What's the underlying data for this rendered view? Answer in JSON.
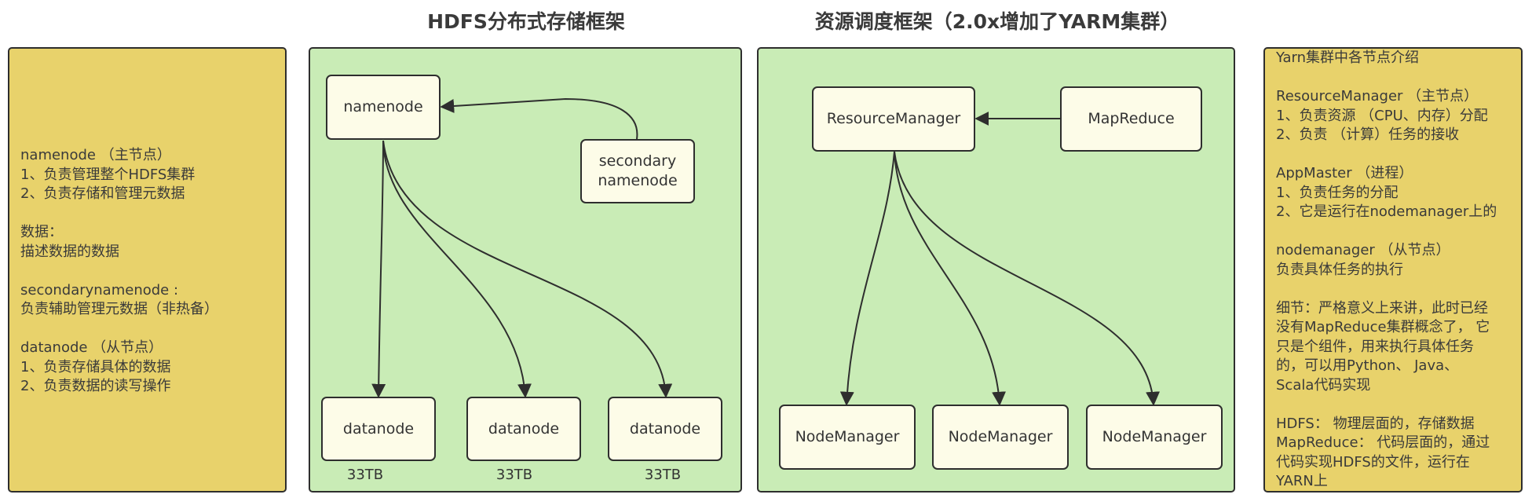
{
  "titles": {
    "hdfs": "HDFS分布式存储框架",
    "yarn": "资源调度框架（2.0x增加了YARM集群）"
  },
  "left_note": {
    "text": "namenode （主节点）\n1、负责管理整个HDFS集群\n2、负责存储和管理元数据\n\n数据：\n描述数据的数据\n\nsecondarynamenode :\n负责辅助管理元数据（非热备）\n\ndatanode （从节点）\n1、负责存储具体的数据\n2、负责数据的读写操作"
  },
  "right_note": {
    "text": "Yarn集群中各节点介绍\n\nResourceManager （主节点）\n1、负责资源 （CPU、内存）分配\n2、负责 （计算）任务的接收\n\nAppMaster （进程）\n1、负责任务的分配\n2、它是运行在nodemanager上的\n\nnodemanager （从节点）\n负责具体任务的执行\n\n细节：严格意义上来讲，此时已经\n没有MapReduce集群概念了， 它\n只是个组件，用来执行具体任务\n的，可以用Python、 Java、\nScala代码实现\n\nHDFS： 物理层面的，存储数据\nMapReduce： 代码层面的，通过\n代码实现HDFS的文件，运行在\nYARN上"
  },
  "hdfs": {
    "namenode": "namenode",
    "secondary": "secondary\nnamenode",
    "datanodes": [
      {
        "label": "datanode",
        "capacity": "33TB"
      },
      {
        "label": "datanode",
        "capacity": "33TB"
      },
      {
        "label": "datanode",
        "capacity": "33TB"
      }
    ]
  },
  "yarn": {
    "resource_manager": "ResourceManager",
    "mapreduce": "MapReduce",
    "node_managers": [
      "NodeManager",
      "NodeManager",
      "NodeManager"
    ]
  },
  "colors": {
    "note_fill": "#e8d26b",
    "panel_fill": "#c9ecb6",
    "node_fill": "#fdfce8",
    "stroke": "#2e2e2e"
  }
}
